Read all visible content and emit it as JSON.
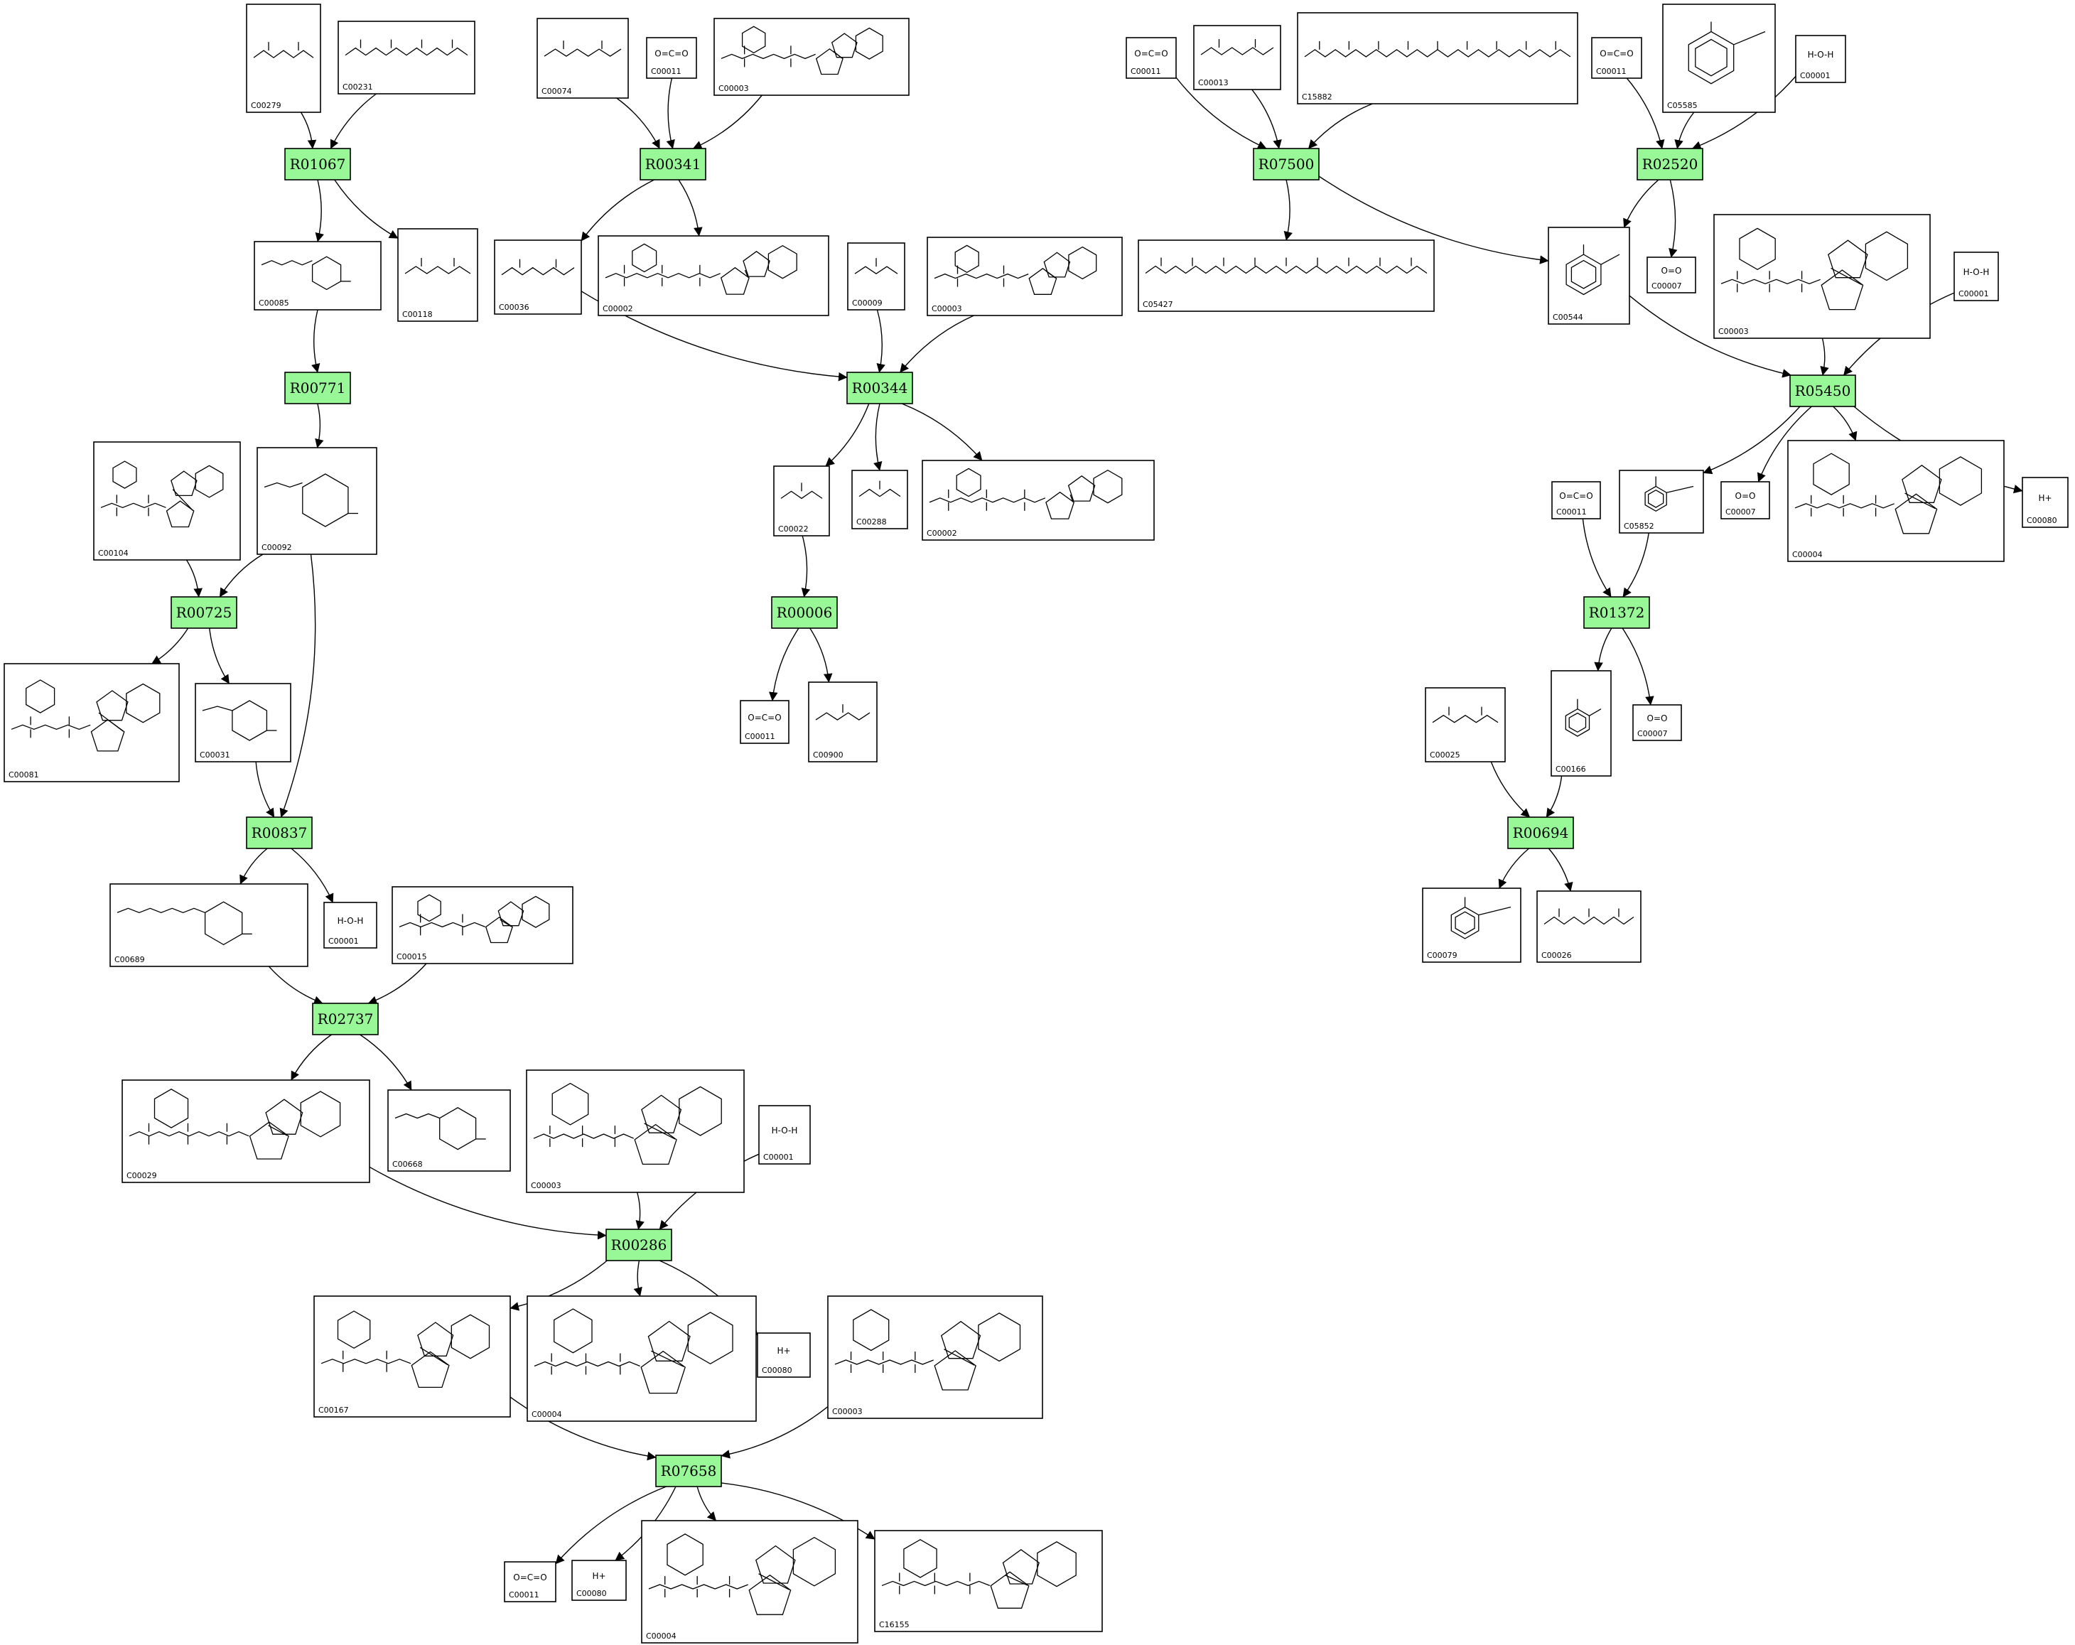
{
  "reactions": [
    {
      "id": "R01067"
    },
    {
      "id": "R00341"
    },
    {
      "id": "R07500"
    },
    {
      "id": "R02520"
    },
    {
      "id": "R00771"
    },
    {
      "id": "R00344"
    },
    {
      "id": "R05450"
    },
    {
      "id": "R00725"
    },
    {
      "id": "R00006"
    },
    {
      "id": "R01372"
    },
    {
      "id": "R00837"
    },
    {
      "id": "R00694"
    },
    {
      "id": "R02737"
    },
    {
      "id": "R00286"
    },
    {
      "id": "R07658"
    }
  ],
  "compounds": [
    {
      "id": "C00279",
      "struct": "chain"
    },
    {
      "id": "C00231",
      "struct": "chain"
    },
    {
      "id": "C00074",
      "struct": "chain"
    },
    {
      "id": "C00011",
      "struct": "small",
      "text": "O=C=O"
    },
    {
      "id": "C00003",
      "struct": "nucleotide"
    },
    {
      "id": "C00011",
      "struct": "small",
      "text": "O=C=O"
    },
    {
      "id": "C00013",
      "struct": "chain"
    },
    {
      "id": "C15882",
      "struct": "chain"
    },
    {
      "id": "C00011",
      "struct": "small",
      "text": "O=C=O"
    },
    {
      "id": "C05585",
      "struct": "ring"
    },
    {
      "id": "C00001",
      "struct": "small",
      "text": "H-O-H"
    },
    {
      "id": "C00085",
      "struct": "sugar"
    },
    {
      "id": "C00118",
      "struct": "chain"
    },
    {
      "id": "C00036",
      "struct": "chain"
    },
    {
      "id": "C00002",
      "struct": "nucleotide"
    },
    {
      "id": "C00009",
      "struct": "chain"
    },
    {
      "id": "C00003",
      "struct": "nucleotide"
    },
    {
      "id": "C05427",
      "struct": "chain"
    },
    {
      "id": "C00007",
      "struct": "small",
      "text": "O=O"
    },
    {
      "id": "C00544",
      "struct": "ring"
    },
    {
      "id": "C00003",
      "struct": "nucleotide"
    },
    {
      "id": "C00001",
      "struct": "small",
      "text": "H-O-H"
    },
    {
      "id": "C00104",
      "struct": "nucleotide"
    },
    {
      "id": "C00092",
      "struct": "sugar"
    },
    {
      "id": "C00022",
      "struct": "chain"
    },
    {
      "id": "C00288",
      "struct": "chain"
    },
    {
      "id": "C00002",
      "struct": "nucleotide"
    },
    {
      "id": "C00011",
      "struct": "small",
      "text": "O=C=O"
    },
    {
      "id": "C05852",
      "struct": "ring"
    },
    {
      "id": "C00007",
      "struct": "small",
      "text": "O=O"
    },
    {
      "id": "C00004",
      "struct": "nucleotide"
    },
    {
      "id": "C00080",
      "struct": "small",
      "text": "H+"
    },
    {
      "id": "C00081",
      "struct": "nucleotide"
    },
    {
      "id": "C00031",
      "struct": "sugar"
    },
    {
      "id": "C00011",
      "struct": "small",
      "text": "O=C=O"
    },
    {
      "id": "C00900",
      "struct": "chain"
    },
    {
      "id": "C00025",
      "struct": "chain"
    },
    {
      "id": "C00166",
      "struct": "ring"
    },
    {
      "id": "C00007",
      "struct": "small",
      "text": "O=O"
    },
    {
      "id": "C00689",
      "struct": "sugar"
    },
    {
      "id": "C00001",
      "struct": "small",
      "text": "H-O-H"
    },
    {
      "id": "C00015",
      "struct": "nucleotide"
    },
    {
      "id": "C00079",
      "struct": "ring"
    },
    {
      "id": "C00026",
      "struct": "chain"
    },
    {
      "id": "C00029",
      "struct": "nucleotide"
    },
    {
      "id": "C00668",
      "struct": "sugar"
    },
    {
      "id": "C00003",
      "struct": "nucleotide"
    },
    {
      "id": "C00001",
      "struct": "small",
      "text": "H-O-H"
    },
    {
      "id": "C00167",
      "struct": "nucleotide"
    },
    {
      "id": "C00004",
      "struct": "nucleotide"
    },
    {
      "id": "C00080",
      "struct": "small",
      "text": "H+"
    },
    {
      "id": "C00003",
      "struct": "nucleotide"
    },
    {
      "id": "C00011",
      "struct": "small",
      "text": "O=C=O"
    },
    {
      "id": "C00080",
      "struct": "small",
      "text": "H+"
    },
    {
      "id": "C00004",
      "struct": "nucleotide"
    },
    {
      "id": "C16155",
      "struct": "nucleotide"
    }
  ],
  "edges": [
    {
      "from": "c0",
      "to": "r0"
    },
    {
      "from": "c1",
      "to": "r0"
    },
    {
      "from": "r0",
      "to": "c11"
    },
    {
      "from": "r0",
      "to": "c12"
    },
    {
      "from": "c2",
      "to": "r1"
    },
    {
      "from": "c3",
      "to": "r1"
    },
    {
      "from": "c4",
      "to": "r1"
    },
    {
      "from": "r1",
      "to": "c13"
    },
    {
      "from": "r1",
      "to": "c14"
    },
    {
      "from": "c5",
      "to": "r2"
    },
    {
      "from": "c6",
      "to": "r2"
    },
    {
      "from": "c7",
      "to": "r2"
    },
    {
      "from": "r2",
      "to": "c17"
    },
    {
      "from": "r2",
      "to": "c19"
    },
    {
      "from": "c8",
      "to": "r3"
    },
    {
      "from": "c9",
      "to": "r3"
    },
    {
      "from": "c10",
      "to": "r3"
    },
    {
      "from": "r3",
      "to": "c19"
    },
    {
      "from": "r3",
      "to": "c18"
    },
    {
      "from": "c11",
      "to": "r4"
    },
    {
      "from": "r4",
      "to": "c23"
    },
    {
      "from": "c13",
      "to": "r5"
    },
    {
      "from": "c15",
      "to": "r5"
    },
    {
      "from": "c16",
      "to": "r5"
    },
    {
      "from": "r5",
      "to": "c24"
    },
    {
      "from": "r5",
      "to": "c25"
    },
    {
      "from": "r5",
      "to": "c26"
    },
    {
      "from": "c19",
      "to": "r6"
    },
    {
      "from": "c20",
      "to": "r6"
    },
    {
      "from": "c21",
      "to": "r6"
    },
    {
      "from": "r6",
      "to": "c28"
    },
    {
      "from": "r6",
      "to": "c29"
    },
    {
      "from": "r6",
      "to": "c30"
    },
    {
      "from": "r6",
      "to": "c31"
    },
    {
      "from": "c22",
      "to": "r7"
    },
    {
      "from": "c23",
      "to": "r7"
    },
    {
      "from": "r7",
      "to": "c32"
    },
    {
      "from": "r7",
      "to": "c33"
    },
    {
      "from": "c24",
      "to": "r8"
    },
    {
      "from": "r8",
      "to": "c34"
    },
    {
      "from": "r8",
      "to": "c35"
    },
    {
      "from": "c27",
      "to": "r9"
    },
    {
      "from": "c28",
      "to": "r9"
    },
    {
      "from": "r9",
      "to": "c37"
    },
    {
      "from": "r9",
      "to": "c38"
    },
    {
      "from": "c33",
      "to": "r10"
    },
    {
      "from": "c23",
      "to": "r10"
    },
    {
      "from": "r10",
      "to": "c39"
    },
    {
      "from": "r10",
      "to": "c40"
    },
    {
      "from": "c36",
      "to": "r11"
    },
    {
      "from": "c37",
      "to": "r11"
    },
    {
      "from": "r11",
      "to": "c42"
    },
    {
      "from": "r11",
      "to": "c43"
    },
    {
      "from": "c39",
      "to": "r12"
    },
    {
      "from": "c41",
      "to": "r12"
    },
    {
      "from": "r12",
      "to": "c44"
    },
    {
      "from": "r12",
      "to": "c45"
    },
    {
      "from": "c44",
      "to": "r13"
    },
    {
      "from": "c46",
      "to": "r13"
    },
    {
      "from": "c47",
      "to": "r13"
    },
    {
      "from": "r13",
      "to": "c48"
    },
    {
      "from": "r13",
      "to": "c49"
    },
    {
      "from": "r13",
      "to": "c50"
    },
    {
      "from": "c48",
      "to": "r14"
    },
    {
      "from": "c51",
      "to": "r14"
    },
    {
      "from": "r14",
      "to": "c52"
    },
    {
      "from": "r14",
      "to": "c53"
    },
    {
      "from": "r14",
      "to": "c54"
    },
    {
      "from": "r14",
      "to": "c55"
    }
  ]
}
